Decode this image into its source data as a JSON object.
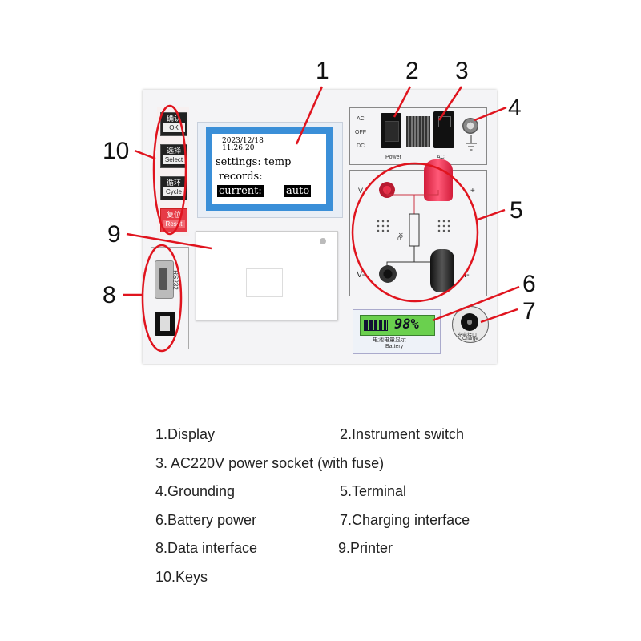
{
  "screen": {
    "date": "2023/12/18",
    "time": "11:26:20",
    "line1": "settings: temp",
    "line2": "records:",
    "current_label": "current:",
    "current_value": "auto"
  },
  "keys": [
    {
      "cn": "确认",
      "en": "OK"
    },
    {
      "cn": "选择",
      "en": "Select"
    },
    {
      "cn": "循环",
      "en": "Cycle"
    },
    {
      "cn": "复位",
      "en": "Reset"
    }
  ],
  "switch_labels": {
    "ac": "AC",
    "off": "OFF",
    "dc": "DC",
    "power": "Power",
    "ac_socket": "AC"
  },
  "terminals": {
    "v_plus": "V",
    "v_minus": "V-",
    "i_minus": "I-",
    "rx": "Rx",
    "plus": "+"
  },
  "ports": {
    "rs232": "RS232"
  },
  "battery": {
    "percent_text": "98%",
    "label_cn": "电池电量显示",
    "label_en": "Battery",
    "level": 0.98
  },
  "charge": {
    "label_cn": "充电接口",
    "label_en": "Charge"
  },
  "callouts": [
    "1",
    "2",
    "3",
    "4",
    "5",
    "6",
    "7",
    "8",
    "9",
    "10"
  ],
  "legend": [
    "1.Display",
    "2.Instrument switch",
    "3. AC220V power socket (with fuse)",
    "4.Grounding",
    "5.Terminal",
    "6.Battery power",
    "7.Charging interface",
    "8.Data interface",
    "9.Printer",
    "10.Keys"
  ],
  "colors": {
    "annotation": "#e0141e",
    "screen_bg": "#3a8fd8",
    "lcd_bg": "#ffffff",
    "battery_lcd": "#6ad04e",
    "terminal_red": "#e8304a"
  }
}
